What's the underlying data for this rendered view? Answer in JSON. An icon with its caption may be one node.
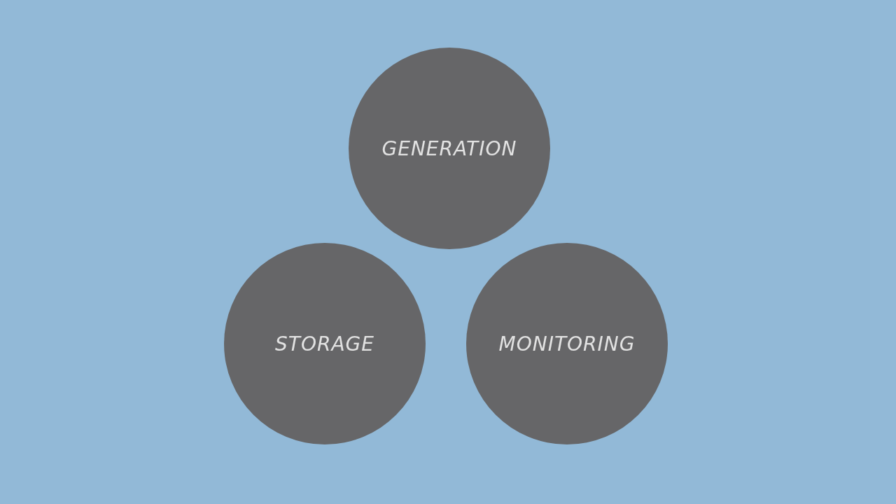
{
  "diagram": {
    "nodes": [
      {
        "text": [
          "GENERATION"
        ]
      },
      {
        "text": [
          "STORAGE"
        ]
      },
      {
        "text": [
          "MONITORING"
        ]
      }
    ]
  }
}
